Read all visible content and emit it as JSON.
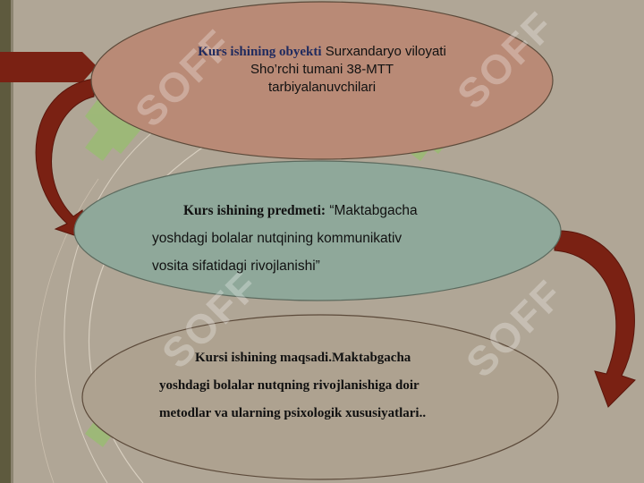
{
  "slide": {
    "box1": {
      "label": "Kurs ishining obyekti",
      "text_line1": "Surxandaryo viloyati",
      "text_line2": "Sho’rchi tumani 38-MTT",
      "text_line3": "tarbiyalanuvchilari"
    },
    "box2": {
      "label": "Kurs ishining predmeti:",
      "text_line1": "“Maktabgacha",
      "text_line2": "yoshdagi bolalar nutqining kommunikativ",
      "text_line3": "vosita sifatidagi rivojlanishi”"
    },
    "box3": {
      "line1": "Kursi ishining maqsadi.Maktabgacha",
      "line2": "yoshdagi bolalar  nutqning rivojlanishiga doir",
      "line3": "metodlar va ularning psixologik xususiyatlari.."
    },
    "watermark": "SOFF",
    "colors": {
      "background": "#b0a696",
      "ellipse1_fill": "#b98a76",
      "ellipse2_fill": "#8fa89a",
      "ellipse3_fill": "#aea290",
      "arrow": "#7a2113",
      "watermark_green": "#8fc760"
    }
  }
}
